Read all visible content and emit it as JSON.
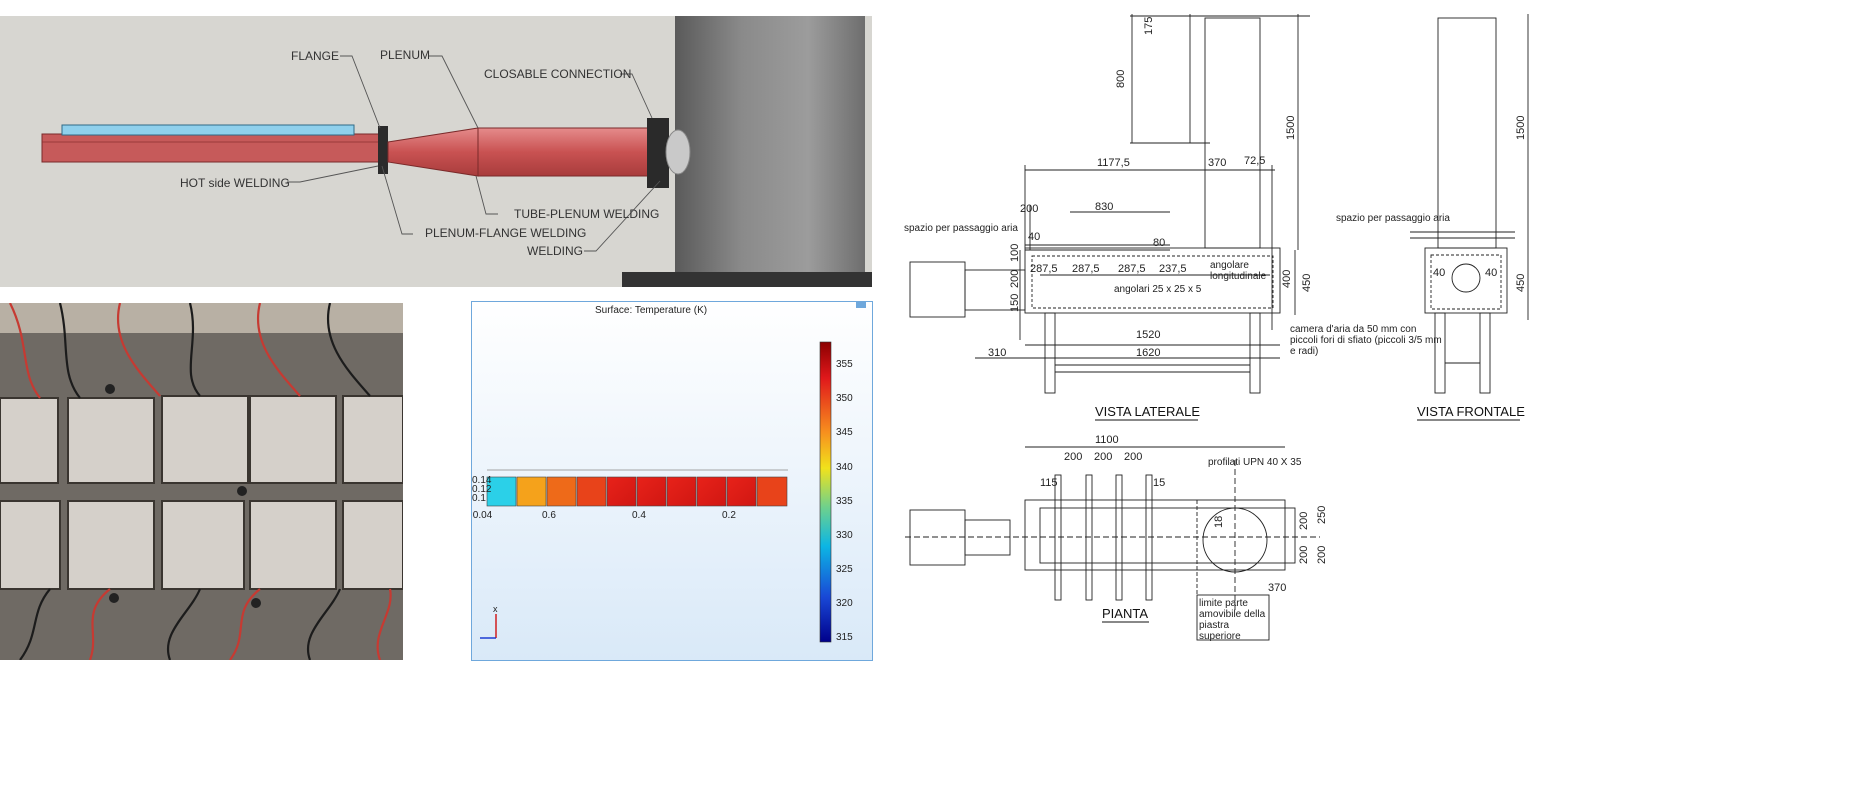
{
  "cad_labels": {
    "flange": "FLANGE",
    "plenum": "PLENUM",
    "closable_connection": "CLOSABLE CONNECTION",
    "hot_side_welding": "HOT side WELDING",
    "tube_plenum_welding": "TUBE-PLENUM WELDING",
    "plenum_flange_welding": "PLENUM-FLANGE WELDING",
    "welding": "WELDING"
  },
  "simulation": {
    "title": "Surface: Temperature (K)",
    "colorbar_ticks": [
      "355",
      "350",
      "345",
      "340",
      "335",
      "330",
      "325",
      "320",
      "315"
    ],
    "y_ticks": [
      "0.14",
      "0.12",
      "0.1"
    ],
    "x_ticks": [
      ".0.04",
      "0.6",
      "0.4",
      "0.2"
    ],
    "axis_x_label": "x",
    "colors": {
      "hot": "#e8221a",
      "warm": "#f5a21b",
      "cool": "#00b3e6",
      "cold": "#0033cc"
    }
  },
  "drawing": {
    "side_view": {
      "title": "VISTA LATERALE",
      "dims": {
        "d175": "175",
        "d800": "800",
        "d1500": "1500",
        "d1177": "1177,5",
        "d370": "370",
        "d725": "72,5",
        "d200": "200",
        "d830": "830",
        "d40": "40",
        "d80": "80",
        "d2875a": "287,5",
        "d2875b": "287,5",
        "d2875c": "287,5",
        "d2375": "237,5",
        "d100": "100",
        "d200b": "200",
        "d150": "150",
        "d400": "400",
        "d450": "450",
        "d1520": "1520",
        "d1620": "1620",
        "d310": "310"
      },
      "notes": {
        "air_gap": "spazio per passaggio aria",
        "angolare": "angolare",
        "longitudinale": "longitudinale",
        "angolari": "angolari 25 x 25 x 5",
        "camera_1": "camera d'aria da 50 mm con",
        "camera_2": "piccoli fori di sfiato (piccoli 3/5 mm",
        "camera_3": "e radi)"
      }
    },
    "front_view": {
      "title": "VISTA FRONTALE",
      "dims": {
        "d1500": "1500",
        "d450": "450",
        "d40a": "40",
        "d40b": "40"
      },
      "note": "spazio per passaggio aria"
    },
    "plan_view": {
      "title": "PIANTA",
      "dims": {
        "d1100": "1100",
        "d200a": "200",
        "d200b": "200",
        "d200c": "200",
        "d115": "115",
        "d15": "15",
        "d18": "18",
        "d200v1": "200",
        "d250": "250",
        "d200v2": "200",
        "d200v3": "200",
        "d370": "370"
      },
      "notes": {
        "profilati": "profilati UPN 40 X 35",
        "limite_1": "limite parte",
        "limite_2": "amovibile della",
        "limite_3": "piastra",
        "limite_4": "superiore"
      }
    }
  }
}
